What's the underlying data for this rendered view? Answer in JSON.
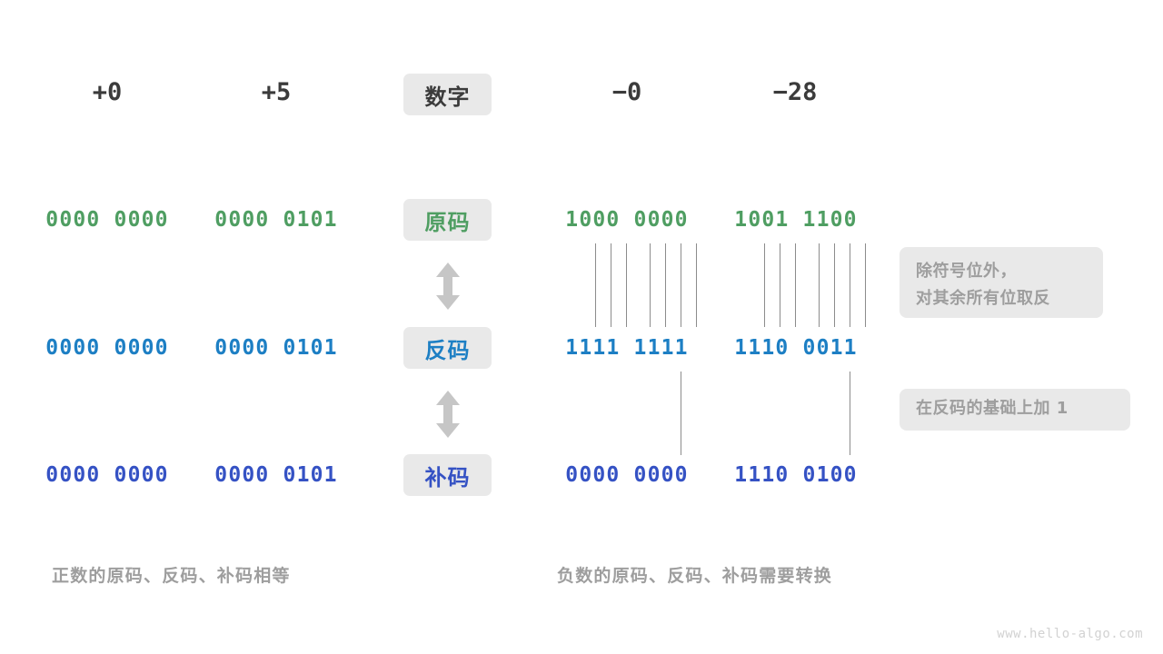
{
  "page": {
    "watermark": "www.hello-algo.com",
    "colors": {
      "green": "#4f9e62",
      "blue": "#1d7fc4",
      "indigo": "#3552c4",
      "badge_bg": "#e9e9e9",
      "muted": "#9e9e9e",
      "dark": "#3b3b3b",
      "tick": "#8c8c8c"
    }
  },
  "row_labels": {
    "title": "数字",
    "original": "原码",
    "ones_complement": "反码",
    "twos_complement": "补码"
  },
  "columns": [
    {
      "header": "+0",
      "original": "0000 0000",
      "ones": "0000 0000",
      "twos": "0000 0000"
    },
    {
      "header": "+5",
      "original": "0000 0101",
      "ones": "0000 0101",
      "twos": "0000 0101"
    },
    {
      "header": "−0",
      "original": "1000 0000",
      "ones": "1111 1111",
      "twos": "0000 0000"
    },
    {
      "header": "−28",
      "original": "1001 1100",
      "ones": "1110 0011",
      "twos": "1110 0100"
    }
  ],
  "notes": [
    {
      "text": "除符号位外，\n对其余所有位取反"
    },
    {
      "text": "在反码的基础上加  1"
    }
  ],
  "captions": {
    "positive": "正数的原码、反码、补码相等",
    "negative": "负数的原码、反码、补码需要转换"
  }
}
